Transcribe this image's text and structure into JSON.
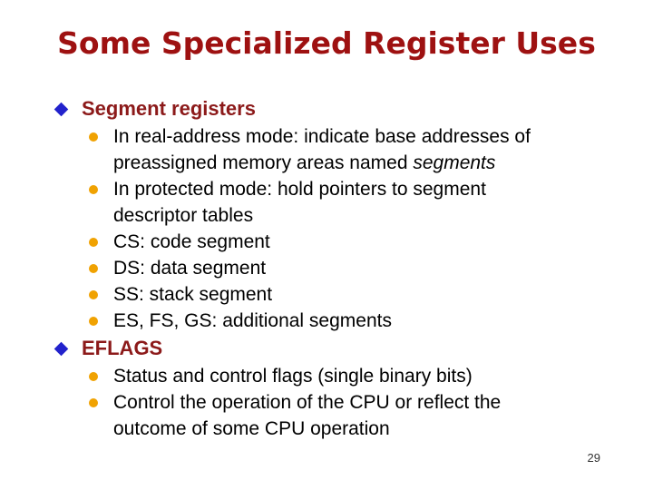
{
  "slide": {
    "title": "Some Specialized Register Uses",
    "page_number": "29",
    "colors": {
      "background": "#ffffff",
      "title_red": "#9e1111",
      "heading_maroon": "#8c1a1a",
      "bullet_blue": "#2222cc",
      "bullet_orange": "#f0a202",
      "body_text": "#000000",
      "page_number_gray": "#333333"
    },
    "sections": [
      {
        "heading": "Segment registers",
        "items": [
          {
            "text": "In real-address mode: indicate base addresses of preassigned memory areas named ",
            "italic": "segments"
          },
          {
            "text": "In protected mode: hold pointers to segment descriptor tables"
          },
          {
            "text": "CS: code segment"
          },
          {
            "text": "DS: data segment"
          },
          {
            "text": "SS: stack segment"
          },
          {
            "text": "ES, FS, GS: additional segments"
          }
        ]
      },
      {
        "heading": "EFLAGS",
        "items": [
          {
            "text": "Status and control flags (single binary bits)"
          },
          {
            "text": "Control the operation of the CPU or reflect the outcome of some CPU operation"
          }
        ]
      }
    ]
  }
}
